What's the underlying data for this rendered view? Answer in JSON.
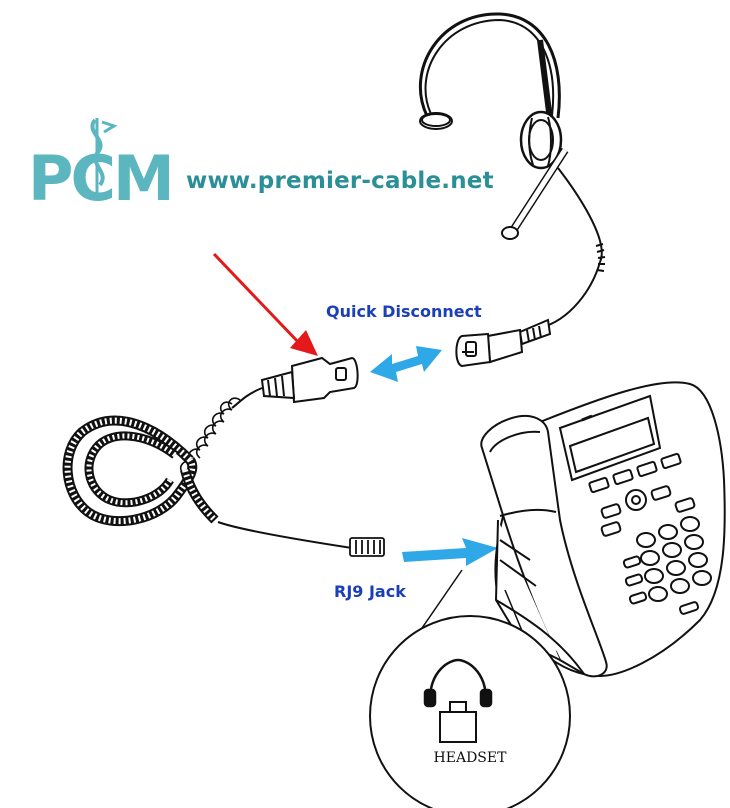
{
  "logo": {
    "text": "PCM",
    "url": "www.premier-cable.net",
    "color": "#5bb6c0",
    "url_color": "#2a8f97"
  },
  "labels": {
    "quick_disconnect": "Quick Disconnect",
    "rj9_jack": "RJ9 Jack",
    "headset": "HEADSET"
  },
  "colors": {
    "label": "#1a3fb8",
    "red_arrow": "#e3191b",
    "blue_arrow": "#2fa8e8",
    "line": "#111111"
  },
  "icons": [
    "headset-icon",
    "telephone-icon",
    "coiled-cord-icon",
    "rj9-plug-icon",
    "quick-disconnect-plug-icon"
  ]
}
